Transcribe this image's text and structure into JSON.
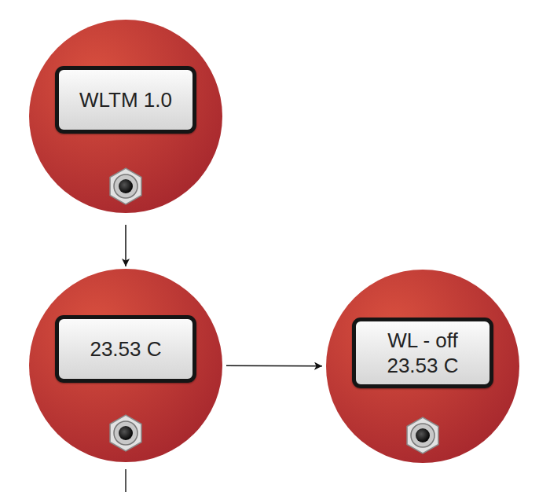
{
  "diagram": {
    "nodes": [
      {
        "text": [
          "WLTM 1.0"
        ]
      },
      {
        "text": [
          "23.53 C"
        ]
      },
      {
        "text": [
          "WL - off",
          "23.53 C"
        ]
      }
    ],
    "edges": [
      {
        "from": 0,
        "to": 1,
        "arrow": "to"
      },
      {
        "from": 1,
        "to": 2,
        "arrow": "to"
      }
    ]
  }
}
